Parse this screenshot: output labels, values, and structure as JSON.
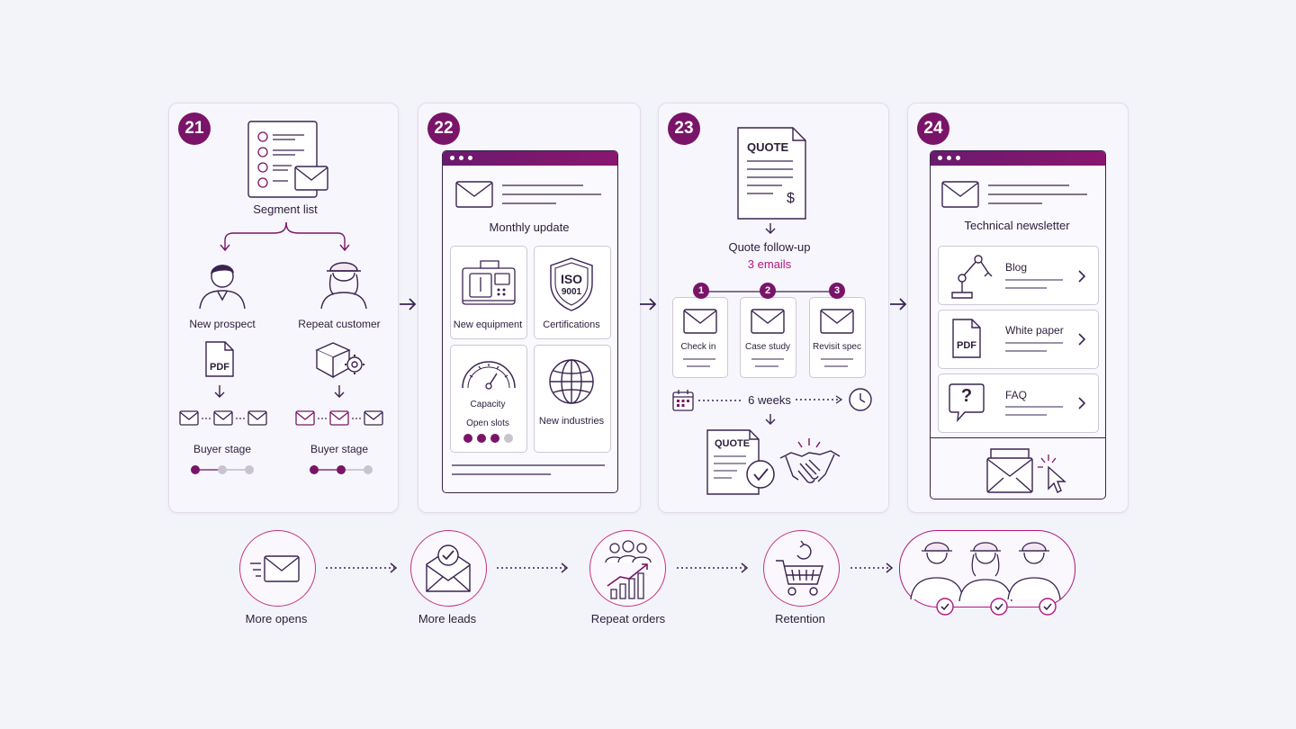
{
  "colors": {
    "accent": "#7a1468",
    "pink": "#b0177f",
    "ink": "#3a2350",
    "card": "#f7f6fc"
  },
  "steps": [
    {
      "number": "21",
      "segment_label": "Segment list",
      "persona_left": "New prospect",
      "persona_right": "Repeat customer",
      "pdf_label": "PDF",
      "stage_left": "Buyer stage",
      "stage_right": "Buyer stage",
      "icons": [
        "contact-list-icon",
        "envelope-icon",
        "person-icon",
        "worker-icon",
        "pdf-icon",
        "box-gear-icon"
      ]
    },
    {
      "number": "22",
      "title": "Monthly update",
      "tiles": [
        "New equipment",
        "Certifications",
        "Capacity",
        "New industries"
      ],
      "iso_text": "ISO",
      "iso_number": "9001",
      "capacity_sub": "Open slots"
    },
    {
      "number": "23",
      "quote_label": "QUOTE",
      "currency": "$",
      "followup_title": "Quote follow-up",
      "followup_count": "3 emails",
      "emails": [
        {
          "n": "1",
          "label": "Check in"
        },
        {
          "n": "2",
          "label": "Case study"
        },
        {
          "n": "3",
          "label": "Revisit spec"
        }
      ],
      "duration": "6 weeks",
      "quote_label_2": "QUOTE"
    },
    {
      "number": "24",
      "title": "Technical newsletter",
      "rows": [
        {
          "label": "Blog",
          "icon": "robot-arm-icon"
        },
        {
          "label": "White paper",
          "icon": "pdf-icon",
          "badge": "PDF"
        },
        {
          "label": "FAQ",
          "icon": "question-bubble-icon",
          "badge": "?"
        }
      ]
    }
  ],
  "outcomes": [
    "More opens",
    "More leads",
    "Repeat orders",
    "Retention"
  ]
}
